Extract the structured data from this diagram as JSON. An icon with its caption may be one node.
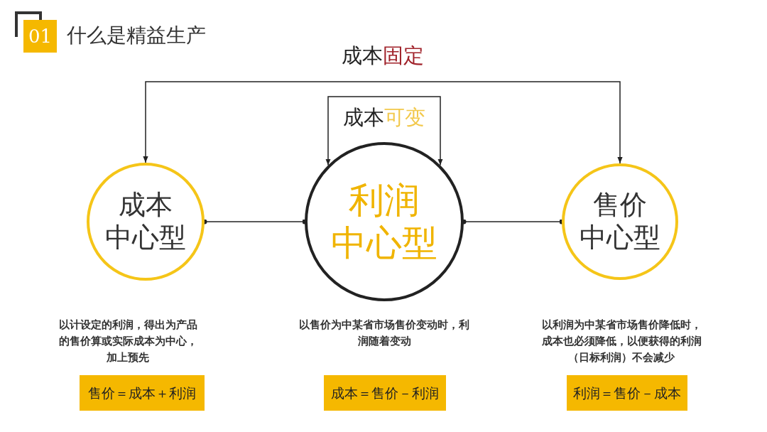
{
  "diagram": {
    "title": "什么是精益生产",
    "nodes": [
      {
        "text": [
          "成本中心型"
        ]
      },
      {
        "text": [
          "利润中心型"
        ]
      },
      {
        "text": [
          "售价中心型"
        ]
      },
      {
        "text": [
          "售价＝成本＋利润"
        ]
      },
      {
        "text": [
          "成本＝售价－利润"
        ]
      },
      {
        "text": [
          "利润＝售价－成本"
        ]
      }
    ],
    "edges": [
      {
        "from": 0,
        "to": 2,
        "arrow": "both",
        "label": "成本固定"
      },
      {
        "from": 1,
        "to": 1,
        "arrow": "both",
        "label": "成本可变"
      },
      {
        "from": 0,
        "to": 1,
        "arrow": "other"
      },
      {
        "from": 1,
        "to": 2,
        "arrow": "other"
      }
    ],
    "labels": [
      "01",
      "以计设定的利润，得出为产品的售价算或实际成本为中心，加上预先",
      "以售价为中某省市场售价变动时，利润随着变动",
      "以利润为中某省市场售价降低时，成本也必须降低，以便获得的利润（日标利润）不会减少"
    ]
  }
}
